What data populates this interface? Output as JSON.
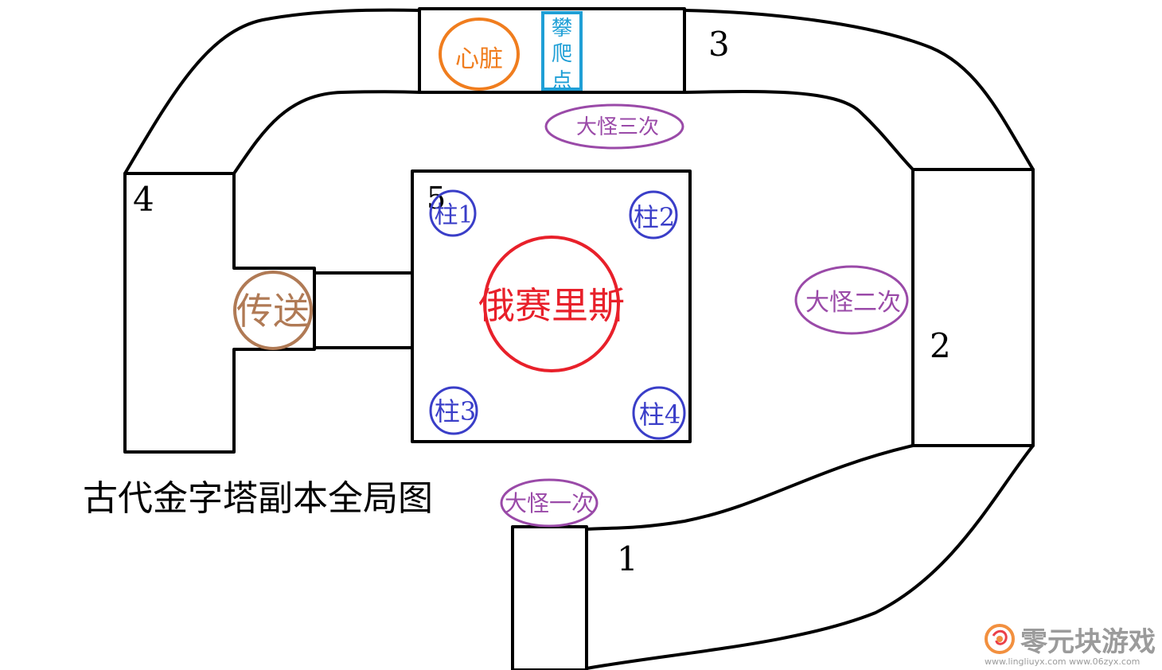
{
  "title": "古代金字塔副本全局图",
  "rooms": {
    "r1": "1",
    "r2": "2",
    "r3": "3",
    "r4": "4",
    "r5": "5"
  },
  "markers": {
    "heart": "心脏",
    "climb_line1": "攀",
    "climb_line2": "爬",
    "climb_line3": "点",
    "teleport": "传送",
    "boss": "俄赛里斯",
    "pillar1": "柱1",
    "pillar2": "柱2",
    "pillar3": "柱3",
    "pillar4": "柱4",
    "big_monster_1": "大怪一次",
    "big_monster_2": "大怪二次",
    "big_monster_3": "大怪三次"
  },
  "watermark": {
    "brand": "零元块游戏",
    "url": "www.lingliuyx.com  www.06zyx.com"
  },
  "colors": {
    "outline": "#000000",
    "heart": "#f07d1e",
    "climb": "#1f9fd6",
    "teleport": "#b07a55",
    "boss": "#e8202a",
    "pillar": "#3a3ec8",
    "big_monster": "#9a4aa8",
    "watermark": "#8a8a8a"
  },
  "icons": {
    "watermark_logo": "swirl-logo-icon"
  }
}
